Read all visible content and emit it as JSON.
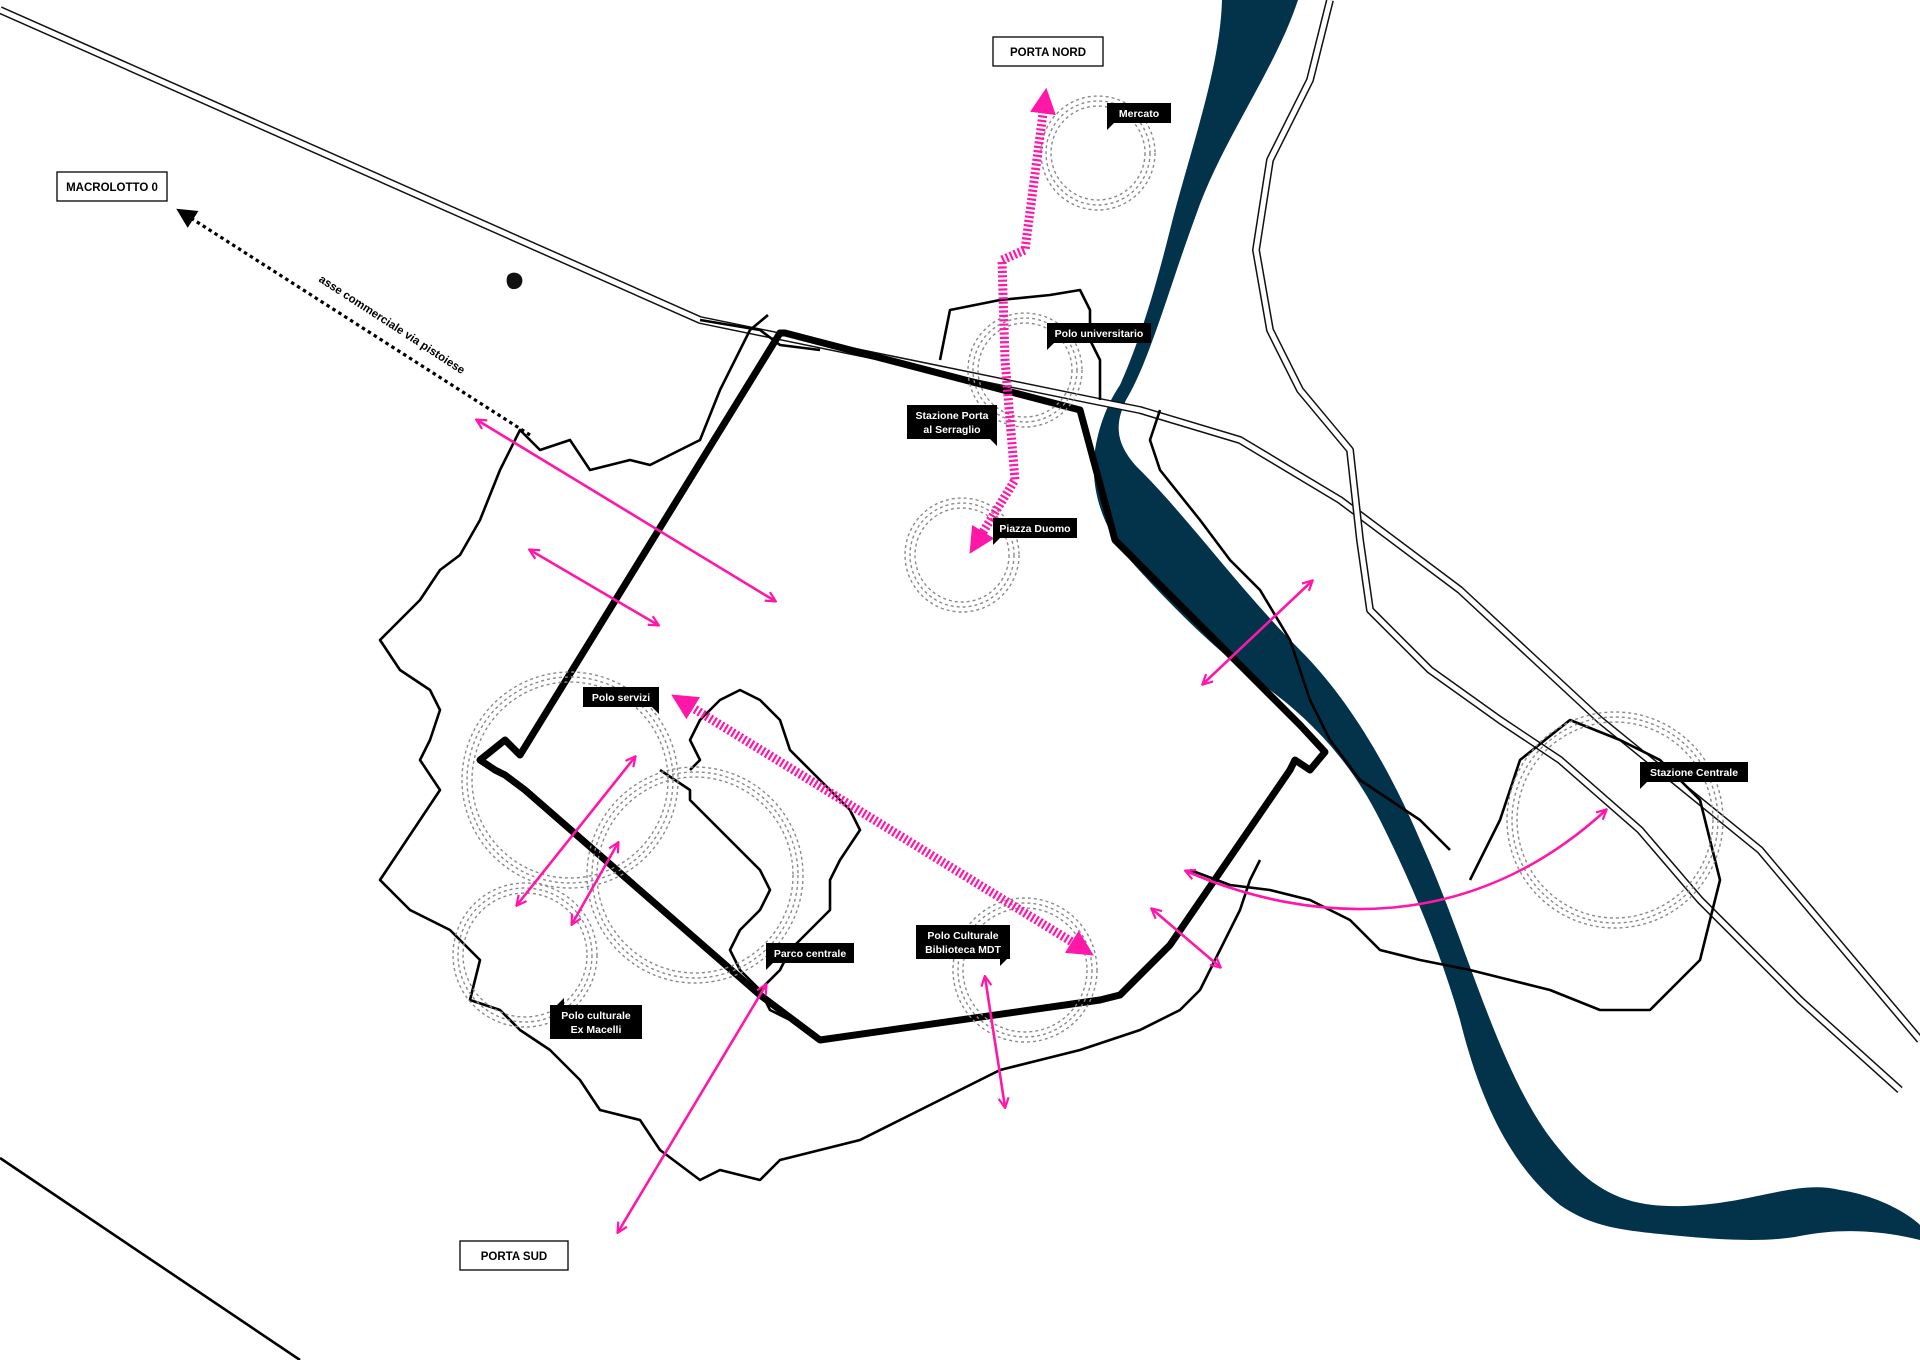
{
  "gateways": {
    "porta_nord": "PORTA NORD",
    "porta_sud": "PORTA SUD",
    "macrolotto": "MACROLOTTO 0"
  },
  "axis_label": "asse commerciale via pistoiese",
  "places": {
    "mercato": "Mercato",
    "polo_universitario": "Polo universitario",
    "stazione_porta_l1": "Stazione Porta",
    "stazione_porta_l2": "al Serraglio",
    "piazza_duomo": "Piazza Duomo",
    "polo_servizi": "Polo servizi",
    "stazione_centrale": "Stazione Centrale",
    "parco_centrale": "Parco centrale",
    "polo_culturale_mdt_l1": "Polo Culturale",
    "polo_culturale_mdt_l2": "Biblioteca MDT",
    "polo_culturale_macelli_l1": "Polo culturale",
    "polo_culturale_macelli_l2": "Ex Macelli"
  },
  "colors": {
    "connection": "#ff17a8",
    "river": "#03334a",
    "wall": "#000000"
  }
}
